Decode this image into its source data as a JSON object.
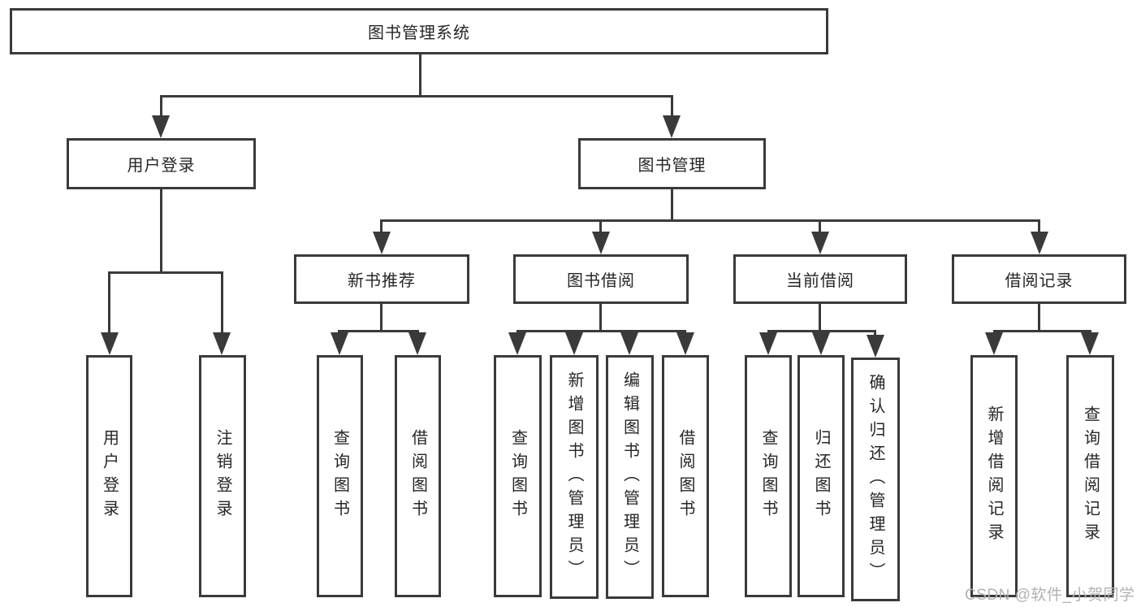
{
  "tree": {
    "label": "图书管理系统",
    "children": [
      {
        "label": "用户登录",
        "children": [
          {
            "label": "用户登录"
          },
          {
            "label": "注销登录"
          }
        ]
      },
      {
        "label": "图书管理",
        "children": [
          {
            "label": "新书推荐",
            "children": [
              {
                "label": "查询图书"
              },
              {
                "label": "借阅图书"
              }
            ]
          },
          {
            "label": "图书借阅",
            "children": [
              {
                "label": "查询图书"
              },
              {
                "label": "新增图书（管理员）"
              },
              {
                "label": "编辑图书（管理员）"
              },
              {
                "label": "借阅图书"
              }
            ]
          },
          {
            "label": "当前借阅",
            "children": [
              {
                "label": "查询图书"
              },
              {
                "label": "归还图书"
              },
              {
                "label": "确认归还（管理员）"
              }
            ]
          },
          {
            "label": "借阅记录",
            "children": [
              {
                "label": "新增借阅记录"
              },
              {
                "label": "查询借阅记录"
              }
            ]
          }
        ]
      }
    ]
  },
  "watermark": "CSDN @软件_小贺同学",
  "colors": {
    "line": "#3a3a3a",
    "text": "#262626",
    "watermark": "#b2b2b2"
  }
}
